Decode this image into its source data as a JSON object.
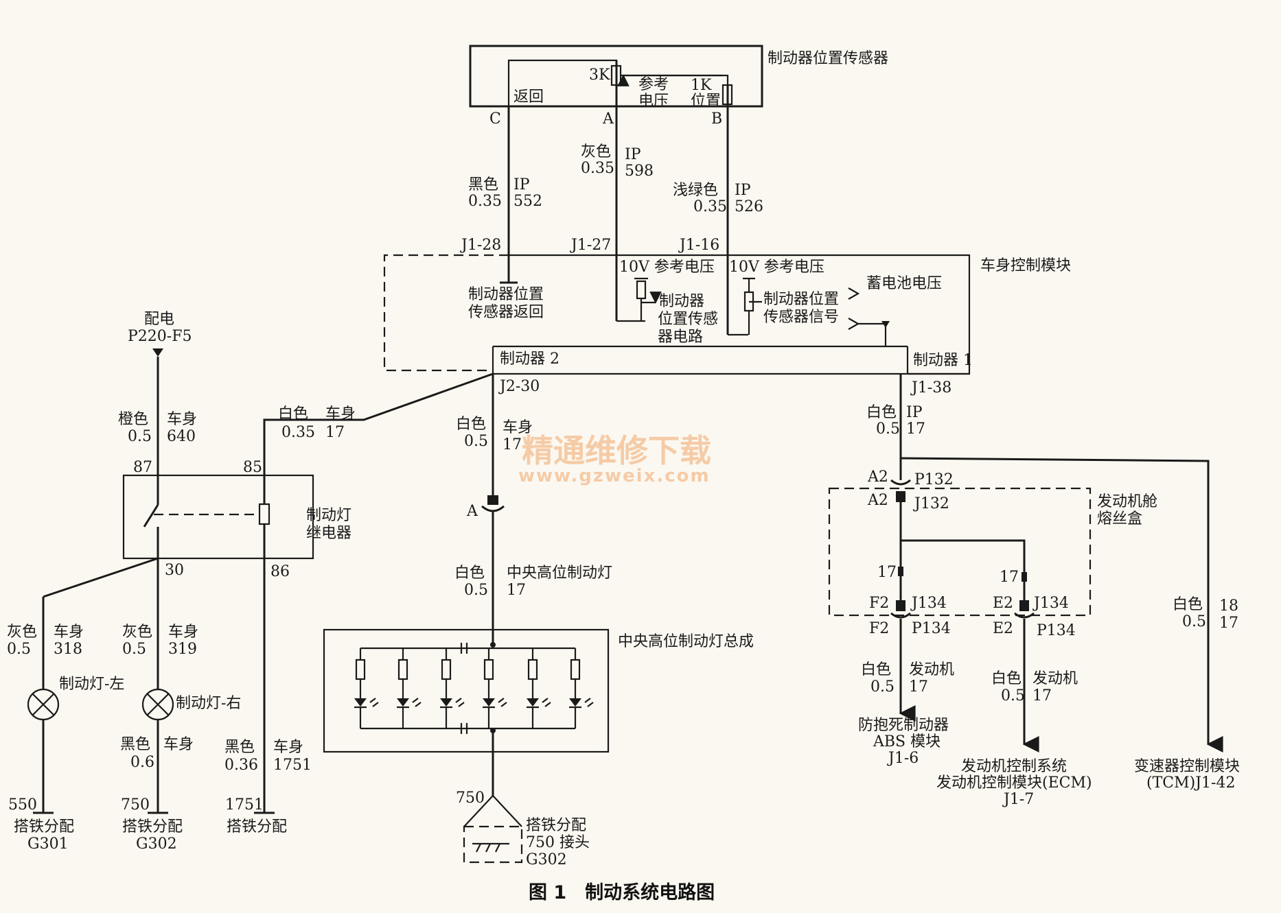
{
  "figure_caption": "图 1　制动系统电路图",
  "watermark": {
    "line1": "精通维修下载",
    "line2": "www.gzweix.com"
  },
  "sensor": {
    "name": "制动器位置传感器",
    "r_3k": "3K",
    "r_1k": "1K",
    "return_label": "返回",
    "ref_label1": "参考",
    "ref_label2": "电压",
    "pos_label": "位置",
    "pin_c": "C",
    "pin_a": "A",
    "pin_b": "B"
  },
  "wires_top": {
    "c": {
      "color": "黑色",
      "gauge": "0.35",
      "code1": "IP",
      "code2": "552"
    },
    "a": {
      "color": "灰色",
      "gauge": "0.35",
      "code1": "IP",
      "code2": "598"
    },
    "b": {
      "color": "浅绿色",
      "gauge": "0.35",
      "code1": "IP",
      "code2": "526"
    }
  },
  "bcm": {
    "name": "车身控制模块",
    "pin_j128": "J1-28",
    "pin_j127": "J1-27",
    "pin_j116": "J1-16",
    "ref_a": "10V  参考电压",
    "ref_b": "10V  参考电压",
    "return_l1": "制动器位置",
    "return_l2": "传感器返回",
    "circuit_l1": "制动器",
    "circuit_l2": "位置传感",
    "circuit_l3": "器电路",
    "signal_l1": "制动器位置",
    "signal_l2": "传感器信号",
    "battery": "蓄电池电压",
    "brake2": "制动器 2",
    "brake1": "制动器 1",
    "pin_j230": "J2-30",
    "pin_j138": "J1-38"
  },
  "power": {
    "l1": "配电",
    "l2": "P220-F5"
  },
  "relay": {
    "name_l1": "制动灯",
    "name_l2": "继电器",
    "pin87": "87",
    "pin85": "85",
    "pin30": "30",
    "pin86": "86",
    "w87": {
      "color": "橙色",
      "gauge": "0.5",
      "code1": "车身",
      "code2": "640"
    },
    "w85": {
      "color": "白色",
      "gauge": "0.35",
      "code1": "车身",
      "code2": "17"
    }
  },
  "lamps": {
    "left": {
      "name": "制动灯-左",
      "color": "灰色",
      "gauge": "0.5",
      "code1": "车身",
      "code2": "318"
    },
    "right": {
      "name": "制动灯-右",
      "color": "灰色",
      "gauge": "0.5",
      "code1": "车身",
      "code2": "319"
    },
    "right_gnd": {
      "color": "黑色",
      "gauge": "0.6",
      "code1": "车身"
    },
    "w86_gnd": {
      "color": "黑色",
      "gauge": "0.36",
      "code1": "车身",
      "code2": "1751"
    }
  },
  "grounds": {
    "g301": {
      "num": "550",
      "l1": "搭铁分配",
      "l2": "G301"
    },
    "g302": {
      "num": "750",
      "l1": "搭铁分配",
      "l2": "G302"
    },
    "g1751": {
      "num": "1751",
      "l1": "搭铁分配"
    },
    "g750": {
      "num": "750",
      "l1": "搭铁分配",
      "l2": "750 接头",
      "l3": "G302"
    }
  },
  "center": {
    "w1": {
      "color": "白色",
      "gauge": "0.5",
      "code1": "车身",
      "code2": "17"
    },
    "conn": "A",
    "w2": {
      "color": "白色",
      "gauge": "0.5",
      "code1": "中央高位制动灯",
      "code2": "17"
    },
    "assembly": "中央高位制动灯总成"
  },
  "right_side": {
    "w_top": {
      "color": "白色",
      "gauge": "0.5",
      "code1": "IP",
      "code2": "17"
    },
    "a2_top": "A2",
    "p132": "P132",
    "a2_in": "A2",
    "j132": "J132",
    "fusebox_l1": "发动机舱",
    "fusebox_l2": "熔丝盒",
    "n17a": "17",
    "n17b": "17",
    "f2_in": "F2",
    "j134a": "J134",
    "e2_in": "E2",
    "j134b": "J134",
    "f2_out": "F2",
    "p134a": "P134",
    "e2_out": "E2",
    "p134b": "P134",
    "w_abs": {
      "color": "白色",
      "gauge": "0.5",
      "code1": "发动机",
      "code2": "17"
    },
    "w_ecm": {
      "color": "白色",
      "gauge": "0.5",
      "code1": "发动机",
      "code2": "17"
    },
    "w_tcm": {
      "color": "白色",
      "gauge": "0.5",
      "code1": "18",
      "code2": "17"
    },
    "abs": {
      "l1": "防抱死制动器",
      "l2": "ABS 模块",
      "l3": "J1-6"
    },
    "ecm": {
      "l1": "发动机控制系统",
      "l2": "发动机控制模块(ECM)",
      "l3": "J1-7"
    },
    "tcm": {
      "l1": "变速器控制模块",
      "l2": "(TCM)J1-42"
    }
  }
}
